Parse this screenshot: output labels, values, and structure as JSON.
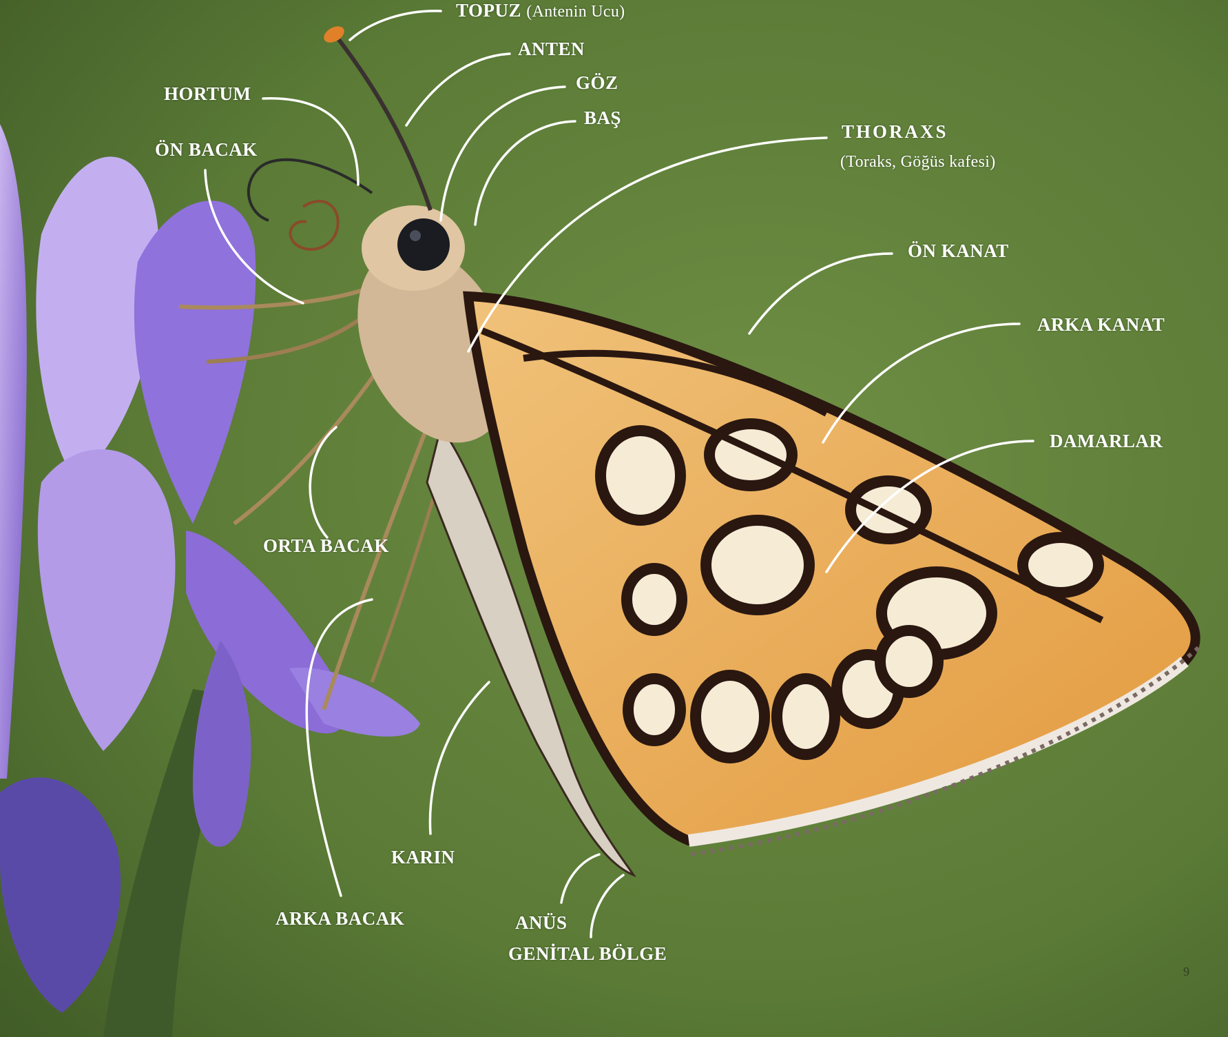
{
  "labels": {
    "topuz": "TOPUZ",
    "topuz_note": "(Antenin Ucu)",
    "anten": "ANTEN",
    "goz": "GÖZ",
    "bas": "BAŞ",
    "hortum": "HORTUM",
    "on_bacak": "ÖN BACAK",
    "thoraxs": "THORAXS",
    "thoraxs_note": "(Toraks, Göğüs kafesi)",
    "on_kanat": "ÖN KANAT",
    "arka_kanat": "ARKA KANAT",
    "damarlar": "DAMARLAR",
    "orta_bacak": "ORTA BACAK",
    "karin": "KARIN",
    "arka_bacak": "ARKA BACAK",
    "anus": "ANÜS",
    "genital": "GENİTAL BÖLGE"
  },
  "page_number": "9",
  "colors": {
    "background_green": "#5f7f3a",
    "flower_purple": "#8b6fd0",
    "wing_orange": "#e8a84a",
    "wing_pattern": "#2a1710",
    "spot_cream": "#f6ecd6",
    "leader_line": "#ffffff"
  }
}
